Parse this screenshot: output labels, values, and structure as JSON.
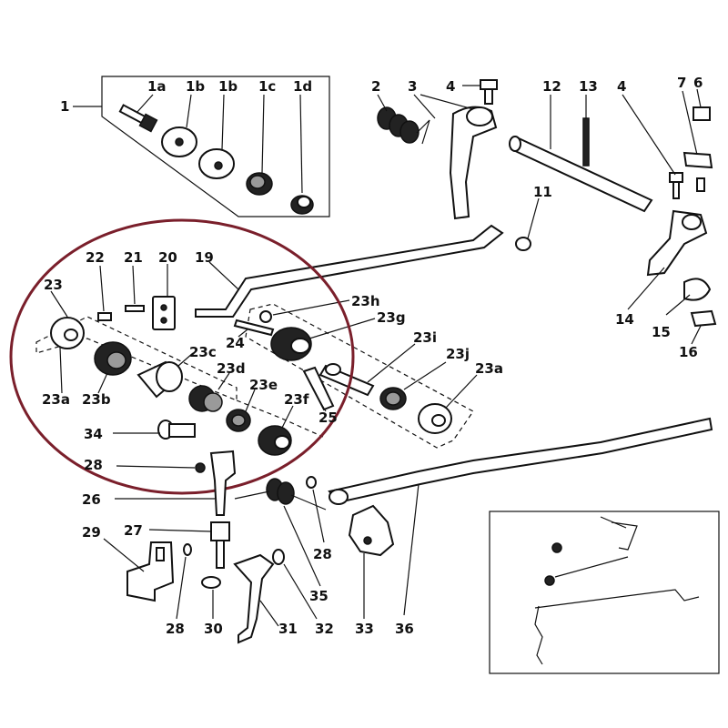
{
  "labels": {
    "l1": "1",
    "l1a": "1a",
    "l1b_1": "1b",
    "l1b_2": "1b",
    "l1c": "1c",
    "l1d": "1d",
    "l2": "2",
    "l3": "3",
    "l4a": "4",
    "l12": "12",
    "l13": "13",
    "l4b": "4",
    "l7": "7",
    "l6": "6",
    "l11": "11",
    "l14": "14",
    "l15": "15",
    "l16": "16",
    "l22": "22",
    "l21": "21",
    "l20": "20",
    "l19": "19",
    "l23": "23",
    "l23h": "23h",
    "l23g": "23g",
    "l24": "24",
    "l23c": "23c",
    "l23i": "23i",
    "l23j": "23j",
    "l23d": "23d",
    "l23e": "23e",
    "l23a_left": "23a",
    "l23b": "23b",
    "l23f": "23f",
    "l23a_right": "23a",
    "l25": "25",
    "l34": "34",
    "l28_top": "28",
    "l26": "26",
    "l27": "27",
    "l29": "29",
    "l28_bottom": "28",
    "l30": "30",
    "l31": "31",
    "l32": "32",
    "l33": "33",
    "l36": "36",
    "l35": "35",
    "l28_right": "28"
  },
  "colors": {
    "highlight_circle": "#7a1f2b",
    "ink": "#111111"
  }
}
